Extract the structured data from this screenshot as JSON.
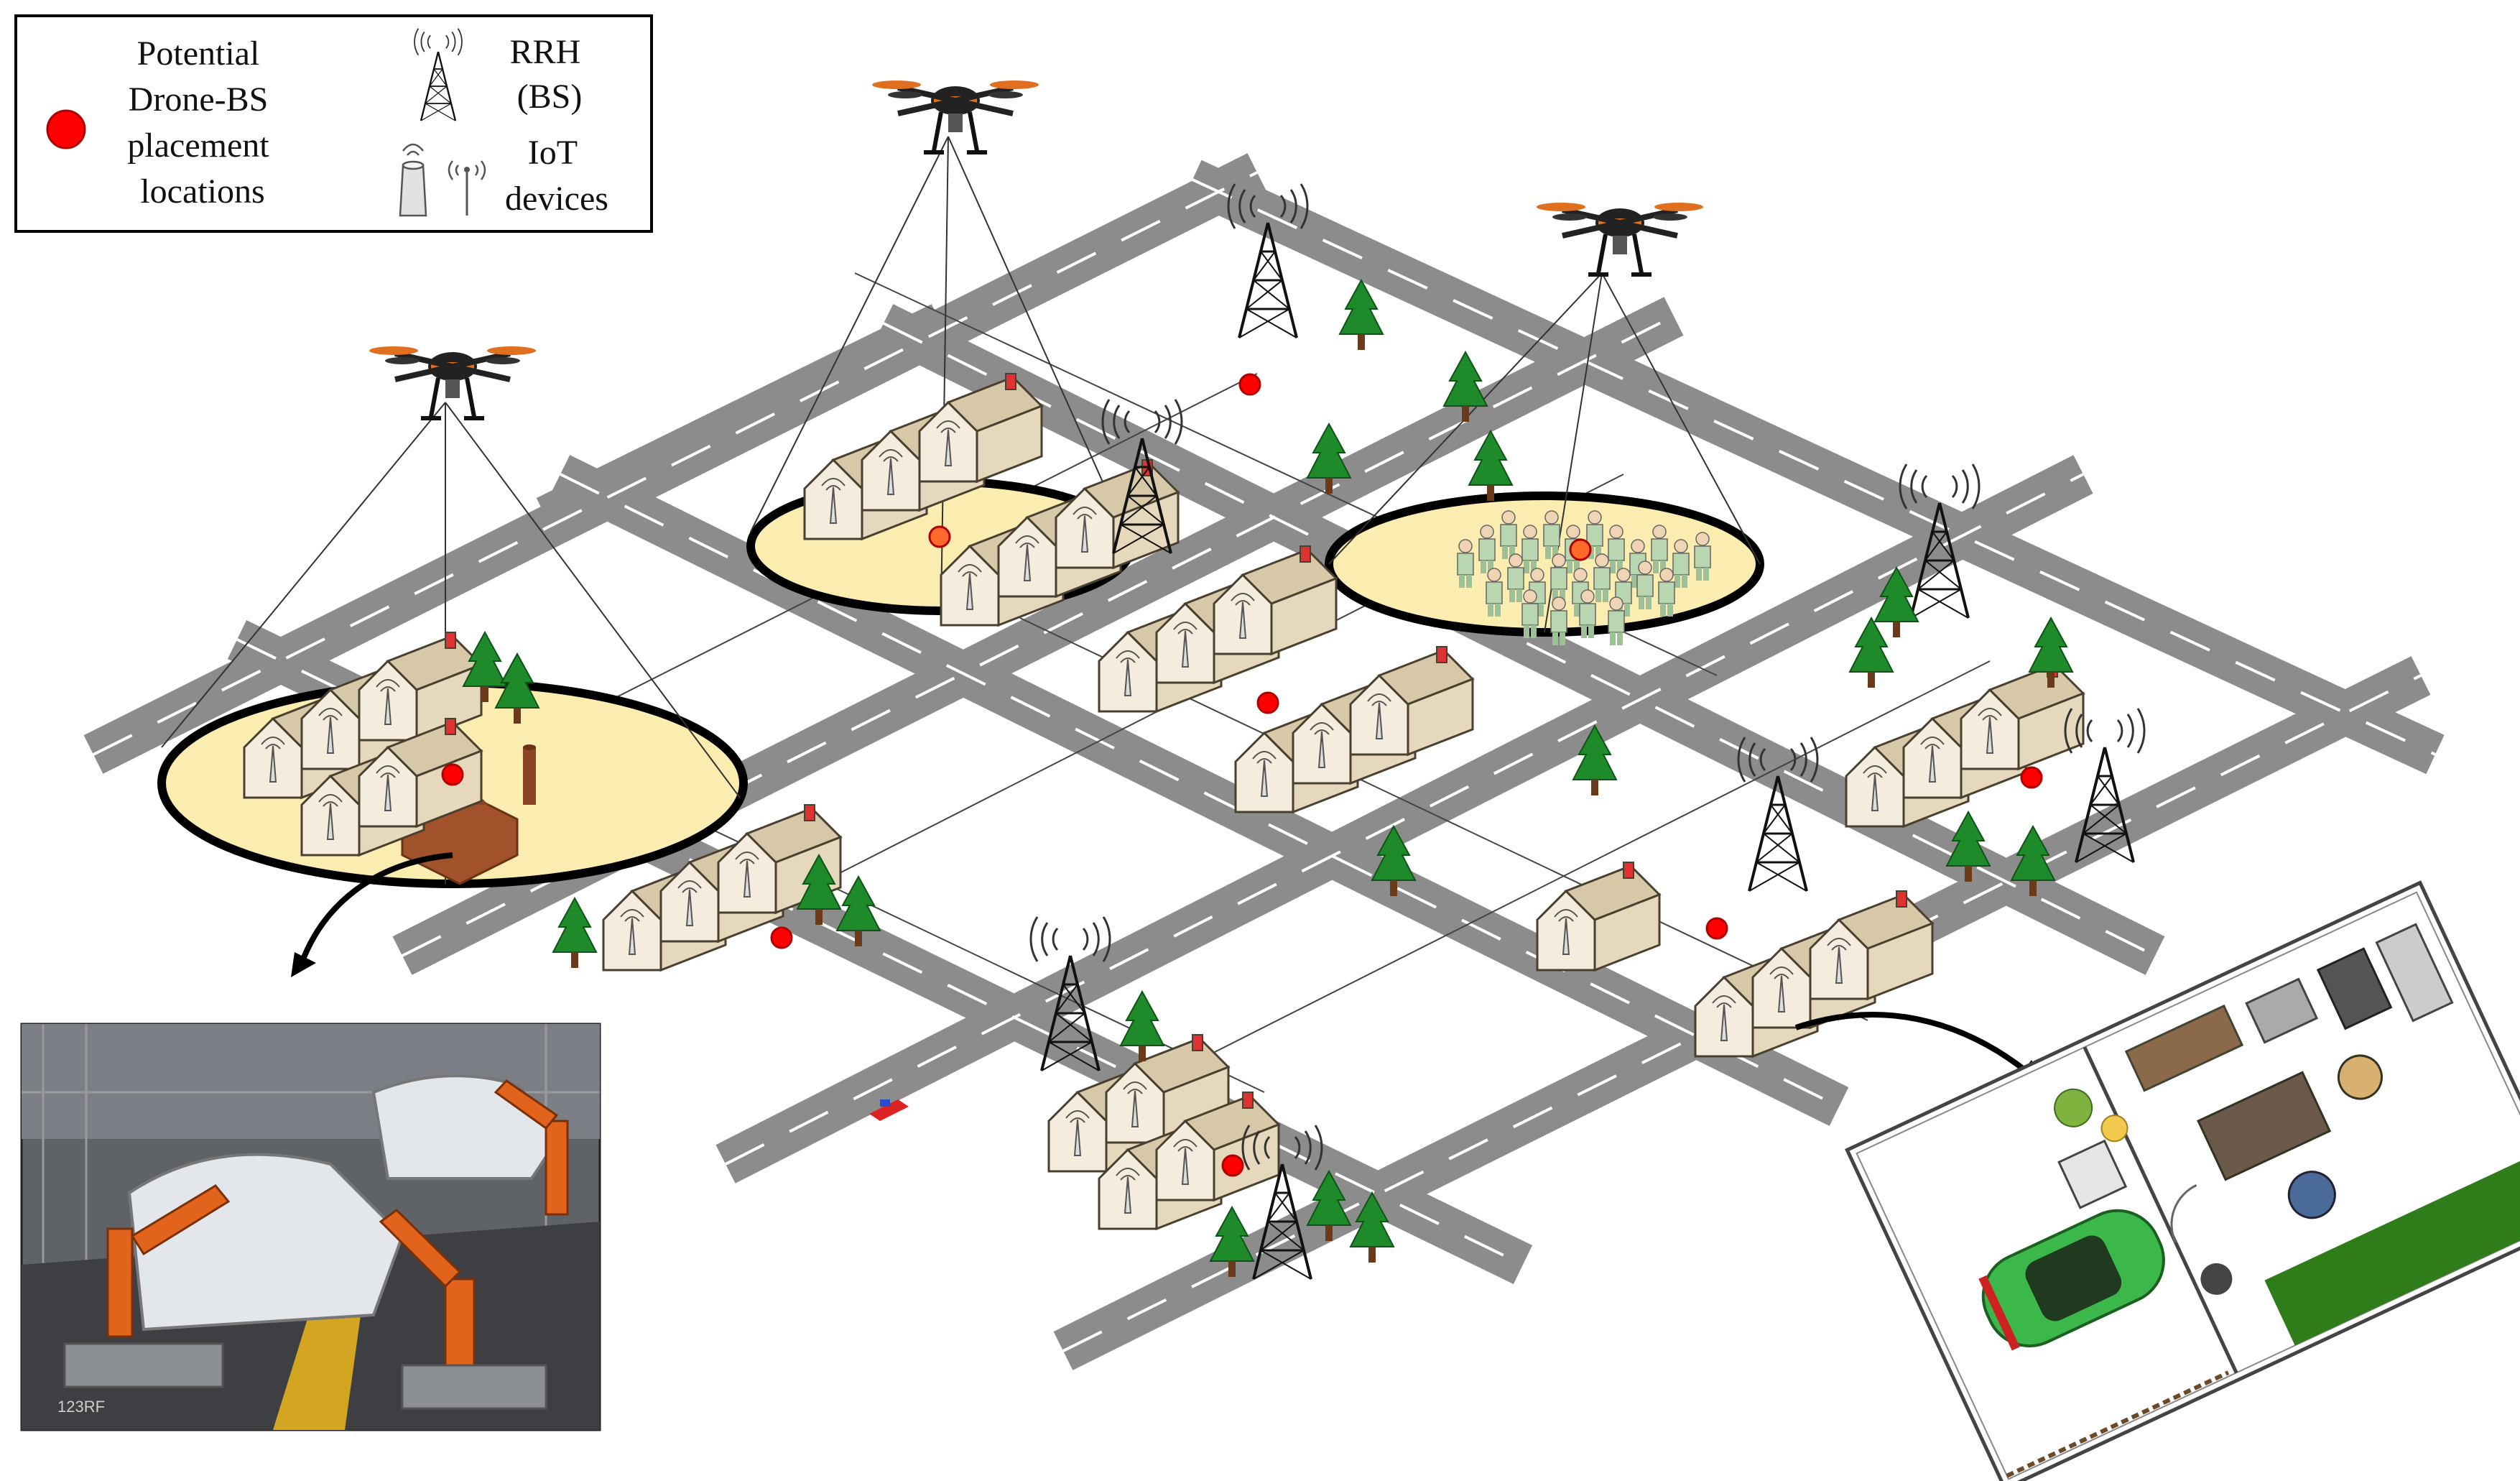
{
  "legend": {
    "placement_label_lines": [
      "Potential",
      "Drone-BS",
      "placement",
      "locations"
    ],
    "rrh_label_lines": [
      "RRH",
      "(BS)"
    ],
    "iot_label_lines": [
      "IoT",
      "devices"
    ],
    "placement_marker_color": "#ff0000",
    "rrh_icon": "tower-icon",
    "iot_icon": "iot-device-icon"
  },
  "factory_photo": {
    "watermark": "123RF",
    "subject": "robotic-car-assembly-line"
  },
  "colors": {
    "road": "#8c8c8c",
    "road_marking": "#ffffff",
    "coverage_fill": "#fbecb0",
    "coverage_edge": "#000000",
    "marker": "#ff0000",
    "tree": "#1f8a2a",
    "lawn": "#2e7d1a",
    "car": "#3cb84a",
    "house_wall": "#f4ecdc",
    "roof": "#d7c8a8",
    "factory": "#a2522a"
  }
}
